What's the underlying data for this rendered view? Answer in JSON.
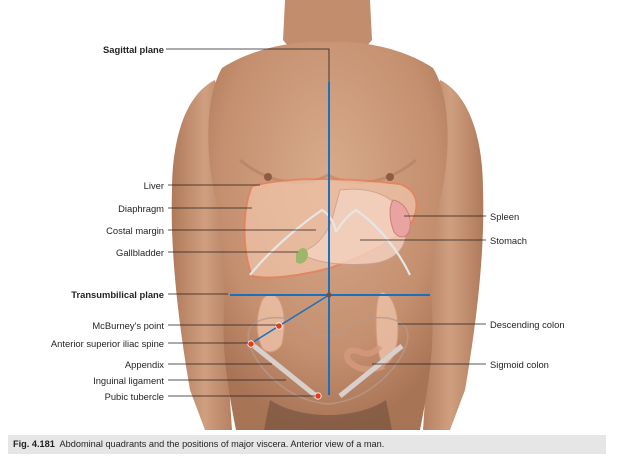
{
  "labels_left": [
    {
      "id": "sagittal",
      "text": "Sagittal plane",
      "bold": true
    },
    {
      "id": "liver",
      "text": "Liver",
      "bold": false
    },
    {
      "id": "diaphragm",
      "text": "Diaphragm",
      "bold": false
    },
    {
      "id": "costal",
      "text": "Costal margin",
      "bold": false
    },
    {
      "id": "gallbladder",
      "text": "Gallbladder",
      "bold": false
    },
    {
      "id": "transumbilical",
      "text": "Transumbilical plane",
      "bold": true
    },
    {
      "id": "mcburney",
      "text": "McBurney's point",
      "bold": false
    },
    {
      "id": "asis",
      "text": "Anterior superior iliac spine",
      "bold": false
    },
    {
      "id": "appendix",
      "text": "Appendix",
      "bold": false
    },
    {
      "id": "inguinal",
      "text": "Inguinal ligament",
      "bold": false
    },
    {
      "id": "pubic",
      "text": "Pubic tubercle",
      "bold": false
    }
  ],
  "labels_right": [
    {
      "id": "spleen",
      "text": "Spleen"
    },
    {
      "id": "stomach",
      "text": "Stomach"
    },
    {
      "id": "descending",
      "text": "Descending colon"
    },
    {
      "id": "sigmoid",
      "text": "Sigmoid colon"
    }
  ],
  "caption": {
    "number": "Fig. 4.181",
    "text": "Abdominal quadrants and the positions of major viscera. Anterior view of a man."
  },
  "colors": {
    "skin": "#c99a7c",
    "skin_shadow": "#a97a5c",
    "plane_line": "#1a6fc1",
    "organ_outline": "#e8805a",
    "liver_fill": "#f0c3a8",
    "gallbladder": "#9fb66a",
    "spleen": "#e9a3a0",
    "caption_bg": "#e6e6e6"
  }
}
